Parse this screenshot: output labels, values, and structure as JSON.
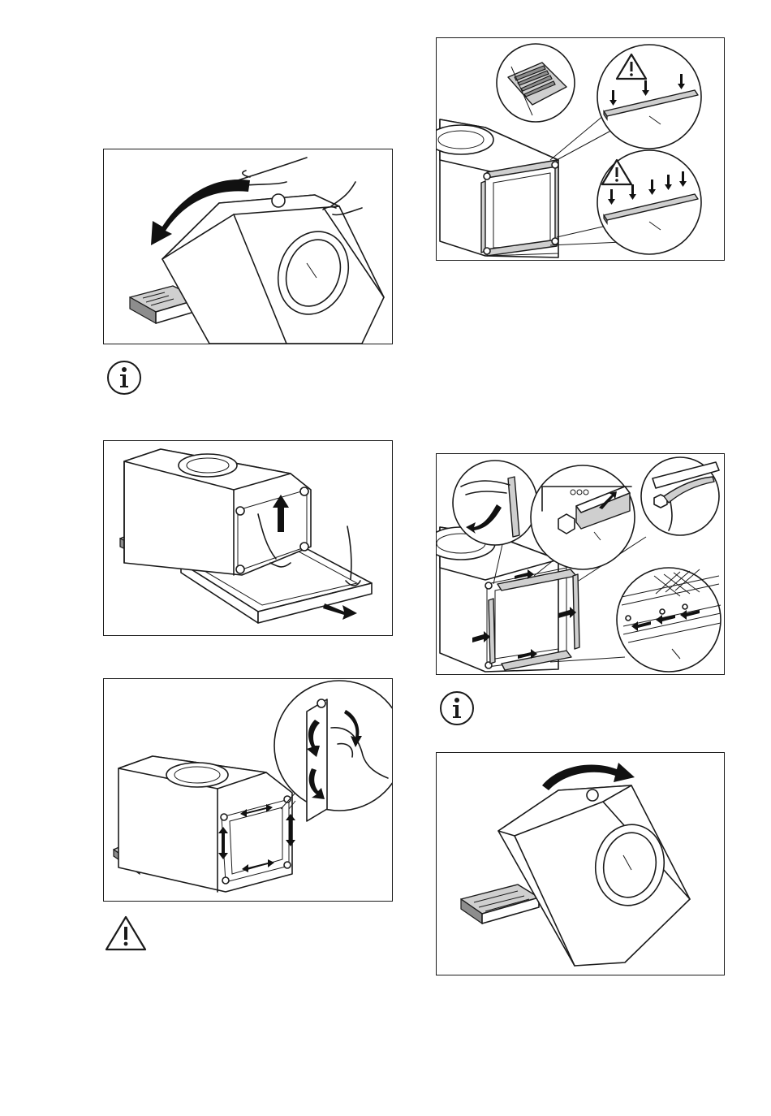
{
  "page": {
    "background": "#ffffff",
    "line_color": "#1a1a1a"
  },
  "figures": [
    {
      "id": "fig-tilt-back",
      "icon": "machine-tilt-back-illustration"
    },
    {
      "id": "fig-remove-base",
      "icon": "machine-remove-base-illustration"
    },
    {
      "id": "fig-clean-frame",
      "icon": "machine-clean-frame-illustration"
    },
    {
      "id": "fig-strip-warning",
      "icon": "machine-strips-warning-illustration"
    },
    {
      "id": "fig-fit-strips",
      "icon": "machine-fit-strips-illustration"
    },
    {
      "id": "fig-tilt-forward",
      "icon": "machine-tilt-forward-illustration"
    }
  ],
  "notices": [
    {
      "type": "info",
      "icon": "info-icon"
    },
    {
      "type": "warning",
      "icon": "warning-icon"
    },
    {
      "type": "info",
      "icon": "info-icon"
    }
  ]
}
